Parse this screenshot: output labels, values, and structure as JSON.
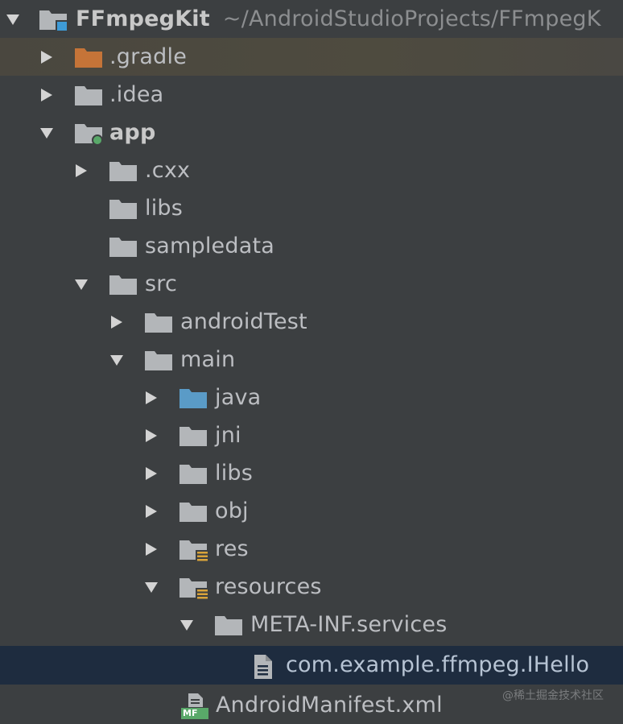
{
  "tree": {
    "root": {
      "label": "FFmpegKit",
      "path": "~/AndroidStudioProjects/FFmpegK"
    },
    "items": {
      "gradle": ".gradle",
      "idea": ".idea",
      "app": "app",
      "cxx": ".cxx",
      "app_libs": "libs",
      "sampledata": "sampledata",
      "src": "src",
      "androidTest": "androidTest",
      "main": "main",
      "java": "java",
      "jni": "jni",
      "main_libs": "libs",
      "obj": "obj",
      "res": "res",
      "resources": "resources",
      "meta_inf": "META-INF.services",
      "ihello": "com.example.ffmpeg.IHello",
      "manifest": "AndroidManifest.xml"
    },
    "manifest_badge": "MF"
  },
  "watermark": "@稀土掘金技术社区",
  "colors": {
    "background": "#3c3f41",
    "selected_row": "#1e2c3f",
    "highlight_row": "#4b4a41",
    "folder_grey": "#b3b6b9",
    "folder_orange": "#c57438",
    "folder_blue": "#5a9bc7",
    "module_dot": "#59a869",
    "resource_stripes": "#d9a33a"
  },
  "icons": {
    "expanded": "chevron-down-icon",
    "collapsed": "chevron-right-icon",
    "folder": "folder-icon",
    "module": "module-folder-icon",
    "source_root": "source-folder-icon",
    "resource_root": "resource-folder-icon",
    "text_file": "text-file-icon",
    "manifest_file": "manifest-file-icon"
  }
}
